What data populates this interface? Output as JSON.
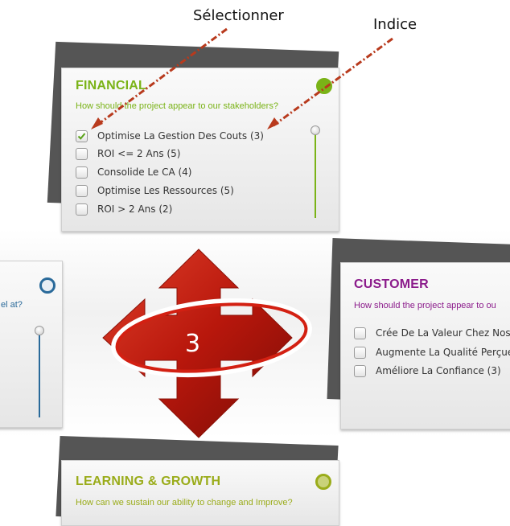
{
  "annotations": {
    "select_label": "Sélectionner",
    "hint_label": "Indice"
  },
  "center": {
    "count": "3"
  },
  "financial": {
    "title": "FINANCIAL",
    "question": "How should the project appear to our stakeholders?",
    "items": [
      {
        "label": "Optimise La Gestion Des Couts (3)",
        "checked": true
      },
      {
        "label": "ROI <= 2 Ans (5)",
        "checked": false
      },
      {
        "label": "Consolide Le CA (4)",
        "checked": false
      },
      {
        "label": "Optimise Les Ressources (5)",
        "checked": false
      },
      {
        "label": "ROI > 2 Ans (2)",
        "checked": false
      }
    ]
  },
  "internal": {
    "question_fragment": "el at?"
  },
  "customer": {
    "title": "CUSTOMER",
    "question": "How should the project appear to ou",
    "items": [
      {
        "label": "Crée De La Valeur Chez Nos",
        "checked": false
      },
      {
        "label": "Augmente La Qualité Perçue",
        "checked": false
      },
      {
        "label": "Améliore La Confiance (3)",
        "checked": false
      }
    ]
  },
  "learning": {
    "title": "LEARNING & GROWTH",
    "question": "How can we sustain our ability to change and Improve?"
  },
  "colors": {
    "financial_accent": "#7ab317",
    "customer_accent": "#8b1b8b",
    "learning_accent": "#9aac1a",
    "internal_accent": "#2a6a9a",
    "arrow_red": "#c01a0d",
    "annotation_dash": "#b83a1d"
  }
}
